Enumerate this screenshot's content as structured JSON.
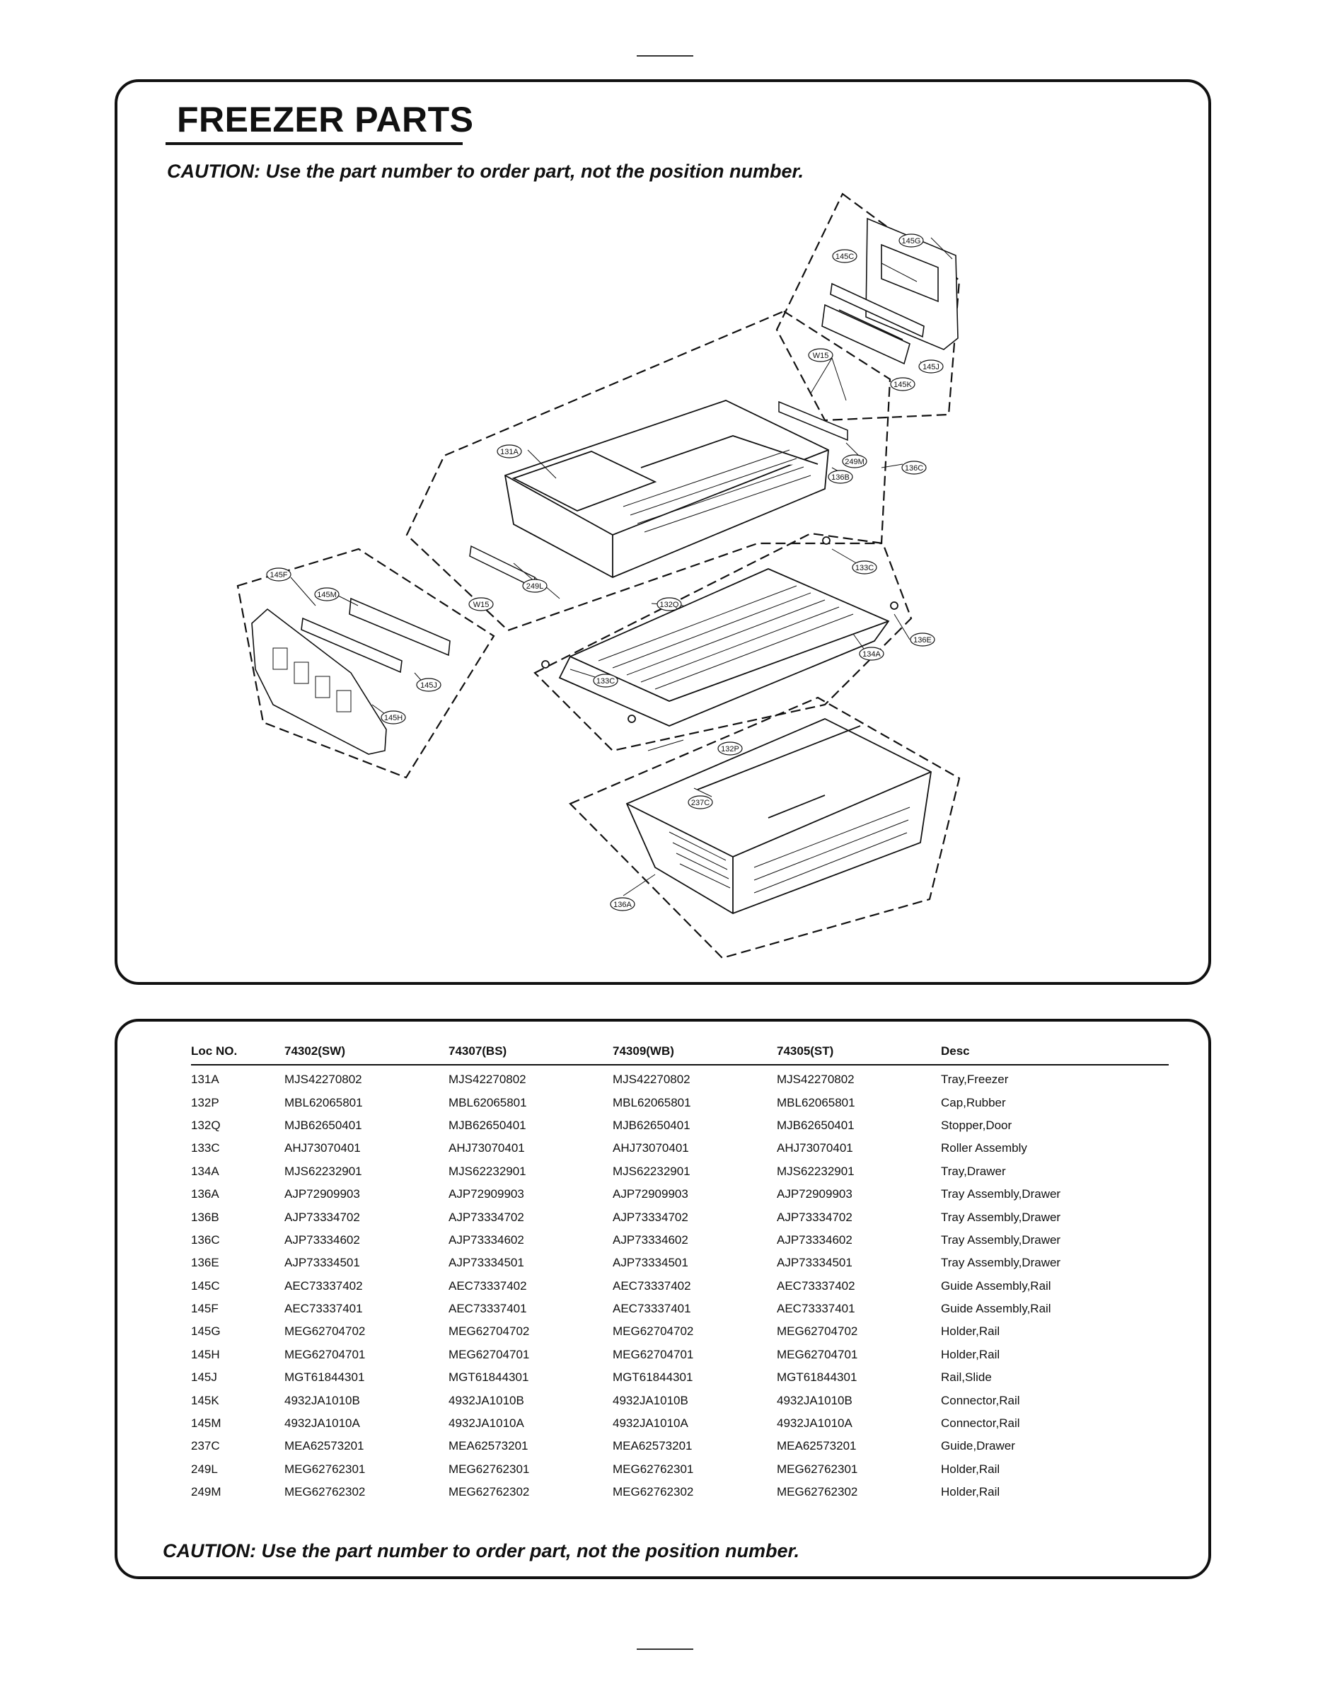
{
  "page": {
    "title": "FREEZER PARTS",
    "caution_top": "CAUTION: Use the part number to order part, not the position number.",
    "caution_bottom": "CAUTION: Use the part number to order part, not the position number."
  },
  "diagram": {
    "callouts": [
      "145C",
      "145G",
      "145J",
      "145K",
      "W15",
      "136C",
      "249M",
      "136B",
      "131A",
      "W15",
      "249L",
      "145F",
      "145M",
      "145J",
      "145H",
      "133C",
      "136E",
      "132Q",
      "134A",
      "133C",
      "132P",
      "237C",
      "136A"
    ]
  },
  "table": {
    "headers": [
      "Loc NO.",
      "74302(SW)",
      "74307(BS)",
      "74309(WB)",
      "74305(ST)",
      "Desc"
    ],
    "rows": [
      [
        "131A",
        "MJS42270802",
        "MJS42270802",
        "MJS42270802",
        "MJS42270802",
        "Tray,Freezer"
      ],
      [
        "132P",
        "MBL62065801",
        "MBL62065801",
        "MBL62065801",
        "MBL62065801",
        "Cap,Rubber"
      ],
      [
        "132Q",
        "MJB62650401",
        "MJB62650401",
        "MJB62650401",
        "MJB62650401",
        "Stopper,Door"
      ],
      [
        "133C",
        "AHJ73070401",
        "AHJ73070401",
        "AHJ73070401",
        "AHJ73070401",
        "Roller Assembly"
      ],
      [
        "134A",
        "MJS62232901",
        "MJS62232901",
        "MJS62232901",
        "MJS62232901",
        "Tray,Drawer"
      ],
      [
        "136A",
        "AJP72909903",
        "AJP72909903",
        "AJP72909903",
        "AJP72909903",
        "Tray Assembly,Drawer"
      ],
      [
        "136B",
        "AJP73334702",
        "AJP73334702",
        "AJP73334702",
        "AJP73334702",
        "Tray Assembly,Drawer"
      ],
      [
        "136C",
        "AJP73334602",
        "AJP73334602",
        "AJP73334602",
        "AJP73334602",
        "Tray Assembly,Drawer"
      ],
      [
        "136E",
        "AJP73334501",
        "AJP73334501",
        "AJP73334501",
        "AJP73334501",
        "Tray Assembly,Drawer"
      ],
      [
        "145C",
        "AEC73337402",
        "AEC73337402",
        "AEC73337402",
        "AEC73337402",
        "Guide Assembly,Rail"
      ],
      [
        "145F",
        "AEC73337401",
        "AEC73337401",
        "AEC73337401",
        "AEC73337401",
        "Guide Assembly,Rail"
      ],
      [
        "145G",
        "MEG62704702",
        "MEG62704702",
        "MEG62704702",
        "MEG62704702",
        "Holder,Rail"
      ],
      [
        "145H",
        "MEG62704701",
        "MEG62704701",
        "MEG62704701",
        "MEG62704701",
        "Holder,Rail"
      ],
      [
        "145J",
        "MGT61844301",
        "MGT61844301",
        "MGT61844301",
        "MGT61844301",
        "Rail,Slide"
      ],
      [
        "145K",
        "4932JA1010B",
        "4932JA1010B",
        "4932JA1010B",
        "4932JA1010B",
        "Connector,Rail"
      ],
      [
        "145M",
        "4932JA1010A",
        "4932JA1010A",
        "4932JA1010A",
        "4932JA1010A",
        "Connector,Rail"
      ],
      [
        "237C",
        "MEA62573201",
        "MEA62573201",
        "MEA62573201",
        "MEA62573201",
        "Guide,Drawer"
      ],
      [
        "249L",
        "MEG62762301",
        "MEG62762301",
        "MEG62762301",
        "MEG62762301",
        "Holder,Rail"
      ],
      [
        "249M",
        "MEG62762302",
        "MEG62762302",
        "MEG62762302",
        "MEG62762302",
        "Holder,Rail"
      ]
    ]
  }
}
